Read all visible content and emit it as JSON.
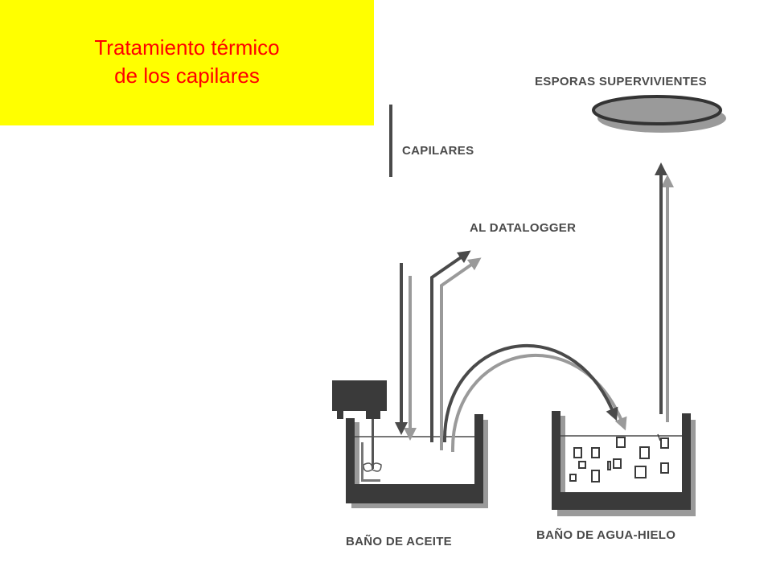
{
  "title": {
    "line1": "Tratamiento térmico",
    "line2": "de los capilares"
  },
  "labels": {
    "spores": "ESPORAS SUPERVIVIENTES",
    "capillaries": "CAPILARES",
    "datalogger": "AL DATALOGGER",
    "oil_bath": "BAÑO DE ACEITE",
    "ice_bath": "BAÑO DE AGUA-HIELO"
  },
  "colors": {
    "title_bg": "#ffff00",
    "title_text": "#ff0000",
    "ink": "#4a4a4a",
    "shadow": "#9a9a9a"
  }
}
